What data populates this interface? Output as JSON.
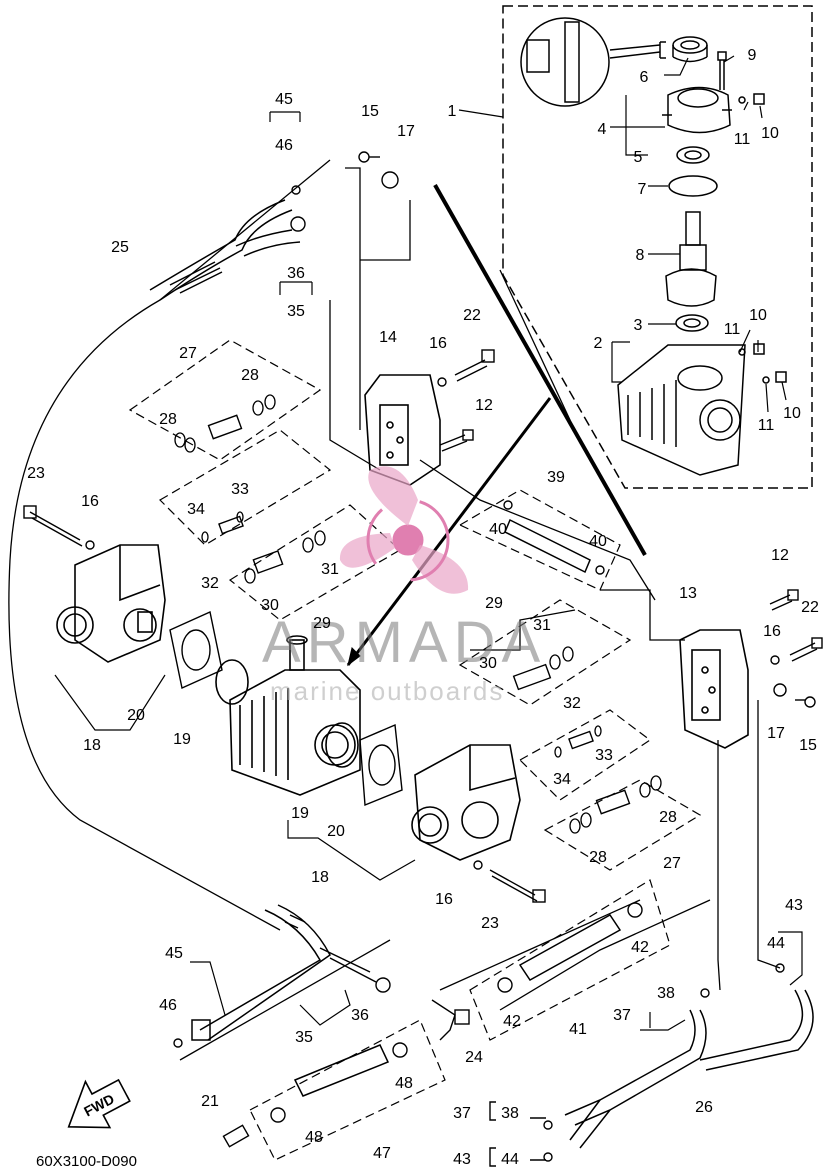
{
  "diagram_code": "60X3100-D090",
  "direction_label": "FWD",
  "watermark": {
    "brand": "ARMADA",
    "tagline": "marine outboards",
    "accent_color": "#e07fb0"
  },
  "callouts": {
    "c1": "1",
    "c2": "2",
    "c3": "3",
    "c4": "4",
    "c5": "5",
    "c6": "6",
    "c7": "7",
    "c8": "8",
    "c9": "9",
    "c10a": "10",
    "c10b": "10",
    "c10c": "10",
    "c11a": "11",
    "c11b": "11",
    "c11c": "11",
    "c12a": "12",
    "c12b": "12",
    "c13": "13",
    "c14": "14",
    "c15a": "15",
    "c15b": "15",
    "c16a": "16",
    "c16b": "16",
    "c16c": "16",
    "c16d": "16",
    "c17a": "17",
    "c17b": "17",
    "c18a": "18",
    "c18b": "18",
    "c19a": "19",
    "c19b": "19",
    "c20a": "20",
    "c20b": "20",
    "c21": "21",
    "c22a": "22",
    "c22b": "22",
    "c23a": "23",
    "c23b": "23",
    "c24": "24",
    "c25": "25",
    "c26": "26",
    "c27a": "27",
    "c27b": "27",
    "c28a": "28",
    "c28b": "28",
    "c28c": "28",
    "c28d": "28",
    "c29a": "29",
    "c29b": "29",
    "c30a": "30",
    "c30b": "30",
    "c31a": "31",
    "c31b": "31",
    "c32a": "32",
    "c32b": "32",
    "c33a": "33",
    "c33b": "33",
    "c34a": "34",
    "c34b": "34",
    "c35a": "35",
    "c35b": "35",
    "c36a": "36",
    "c36b": "36",
    "c37a": "37",
    "c37b": "37",
    "c38a": "38",
    "c38b": "38",
    "c39": "39",
    "c40a": "40",
    "c40b": "40",
    "c41": "41",
    "c42a": "42",
    "c42b": "42",
    "c43a": "43",
    "c43b": "43",
    "c44a": "44",
    "c44b": "44",
    "c45a": "45",
    "c45b": "45",
    "c46a": "46",
    "c46b": "46",
    "c47": "47",
    "c48a": "48",
    "c48b": "48"
  }
}
